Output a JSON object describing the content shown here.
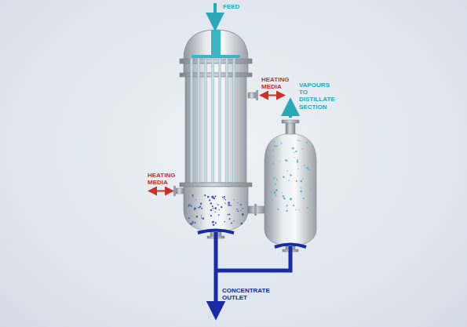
{
  "diagram": {
    "labels": [
      "FEED",
      "HEATING MEDIA",
      "VAPOURS TO DISTILLATE SECTION",
      "HEATING MEDIA",
      "CONCENTRATE OUTLET"
    ]
  }
}
